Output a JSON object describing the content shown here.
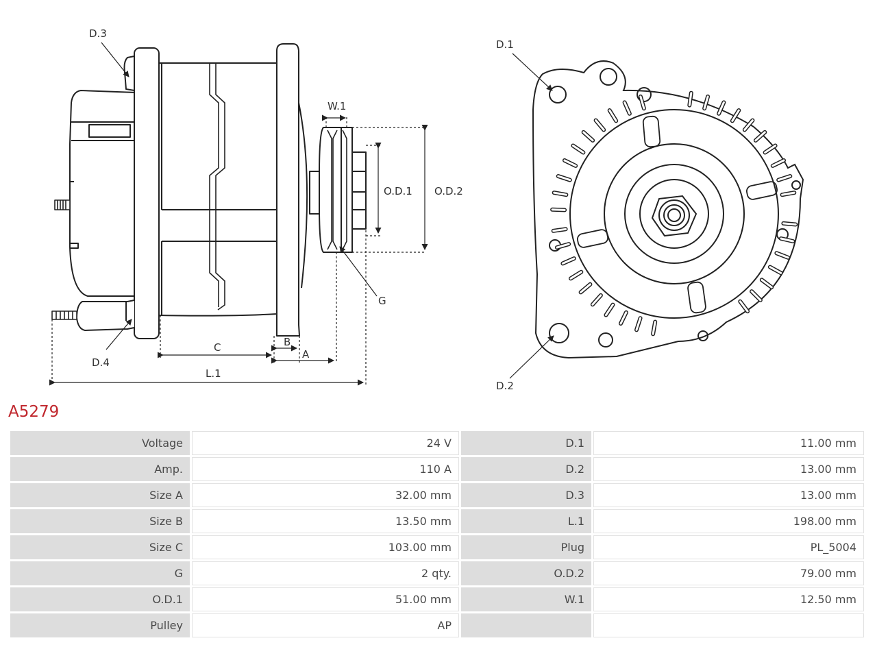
{
  "title": "A5279",
  "colors": {
    "title": "#c0272d",
    "key_cell": "#dddddd",
    "line": "#222222"
  },
  "labels": {
    "d3": "D.3",
    "d4": "D.4",
    "w1": "W.1",
    "od1": "O.D.1",
    "od2": "O.D.2",
    "g": "G",
    "b": "B",
    "a": "A",
    "c": "C",
    "l1": "L.1",
    "d1": "D.1",
    "d2": "D.2"
  },
  "specs": [
    {
      "label": "Voltage",
      "value": "24 V",
      "label2": "D.1",
      "value2": "11.00 mm"
    },
    {
      "label": "Amp.",
      "value": "110 A",
      "label2": "D.2",
      "value2": "13.00 mm"
    },
    {
      "label": "Size A",
      "value": "32.00 mm",
      "label2": "D.3",
      "value2": "13.00 mm"
    },
    {
      "label": "Size B",
      "value": "13.50 mm",
      "label2": "L.1",
      "value2": "198.00 mm"
    },
    {
      "label": "Size C",
      "value": "103.00 mm",
      "label2": "Plug",
      "value2": "PL_5004"
    },
    {
      "label": "G",
      "value": "2 qty.",
      "label2": "O.D.2",
      "value2": "79.00 mm"
    },
    {
      "label": "O.D.1",
      "value": "51.00 mm",
      "label2": "W.1",
      "value2": "12.50 mm"
    },
    {
      "label": "Pulley",
      "value": "AP",
      "label2": "",
      "value2": ""
    }
  ]
}
